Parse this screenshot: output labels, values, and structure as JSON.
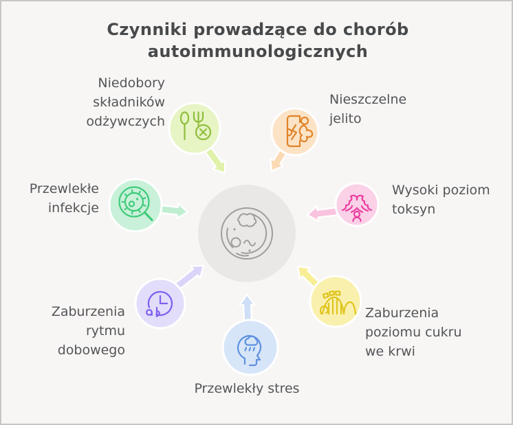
{
  "title": "Czynniki prowadzące do chorób autoimmunologicznych",
  "background_color": "#f7f6f4",
  "title_color": "#48494b",
  "label_color": "#545559",
  "center": {
    "icon": "petri-dish-cell-icon",
    "circle_color": "#e9e8e6",
    "icon_color": "#9d9d9d"
  },
  "factors": [
    {
      "id": "nutrient-deficiencies",
      "label": "Niedobory\nskładników\nodżywczych",
      "icon": "spoon-fork-x-icon",
      "circle_color": "#e7f4c4",
      "icon_color": "#8fbe3c",
      "arrow_color": "#e0f2aa"
    },
    {
      "id": "leaky-gut",
      "label": "Nieszczelne\njelito",
      "icon": "intestinal-wall-leak-icon",
      "circle_color": "#fce3c6",
      "icon_color": "#e08327",
      "arrow_color": "#fbd9b3"
    },
    {
      "id": "high-toxins",
      "label": "Wysoki poziom\ntoksyn",
      "icon": "toxic-fumes-person-icon",
      "circle_color": "#fbd1e8",
      "icon_color": "#ea3f9f",
      "arrow_color": "#f9c3e0"
    },
    {
      "id": "blood-sugar-swings",
      "label": "Zaburzenia\npoziomu cukru\nwe krwi",
      "icon": "rollercoaster-icon",
      "circle_color": "#faf0ae",
      "icon_color": "#dfc41c",
      "arrow_color": "#f8ee96"
    },
    {
      "id": "chronic-stress",
      "label": "Przewlekły stres",
      "icon": "head-rain-cloud-icon",
      "circle_color": "#d7e5f8",
      "icon_color": "#5e90e0",
      "arrow_color": "#cfdff6"
    },
    {
      "id": "circadian-rhythm-disruption",
      "label": "Zaburzenia\nrytmu\ndobowego",
      "icon": "clock-day-night-icon",
      "circle_color": "#e2ddfa",
      "icon_color": "#7e5ff0",
      "arrow_color": "#dbd4f9"
    },
    {
      "id": "chronic-infections",
      "label": "Przewlekłe\ninfekcje",
      "icon": "microbe-magnifier-icon",
      "circle_color": "#c9f1d9",
      "icon_color": "#41cb7c",
      "arrow_color": "#c0eed1"
    }
  ]
}
